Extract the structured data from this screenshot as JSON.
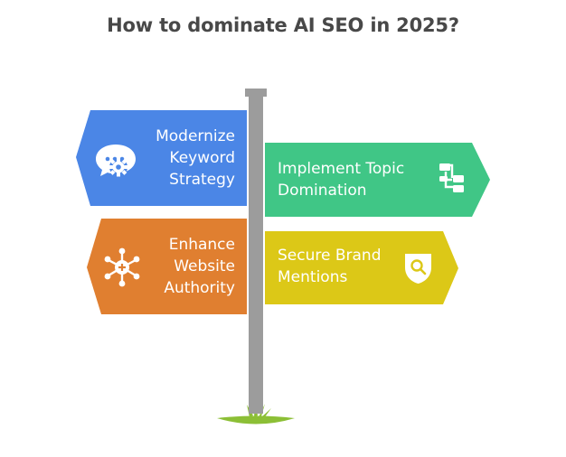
{
  "title": "How to dominate AI SEO in 2025?",
  "colors": {
    "blue": "#4B86E6",
    "green": "#40C686",
    "orange": "#E07F30",
    "yellow": "#DCC817",
    "pole": "#9C9C9C",
    "grass": "#8CBF36"
  },
  "signs": {
    "modernize": {
      "lines": [
        "Modernize",
        "Keyword",
        "Strategy"
      ],
      "icon": "chat-gear-icon"
    },
    "implement": {
      "lines": [
        "Implement Topic",
        "Domination"
      ],
      "icon": "hierarchy-icon"
    },
    "enhance": {
      "lines": [
        "Enhance",
        "Website",
        "Authority"
      ],
      "icon": "network-icon"
    },
    "secure": {
      "lines": [
        "Secure Brand",
        "Mentions"
      ],
      "icon": "shield-search-icon"
    }
  }
}
